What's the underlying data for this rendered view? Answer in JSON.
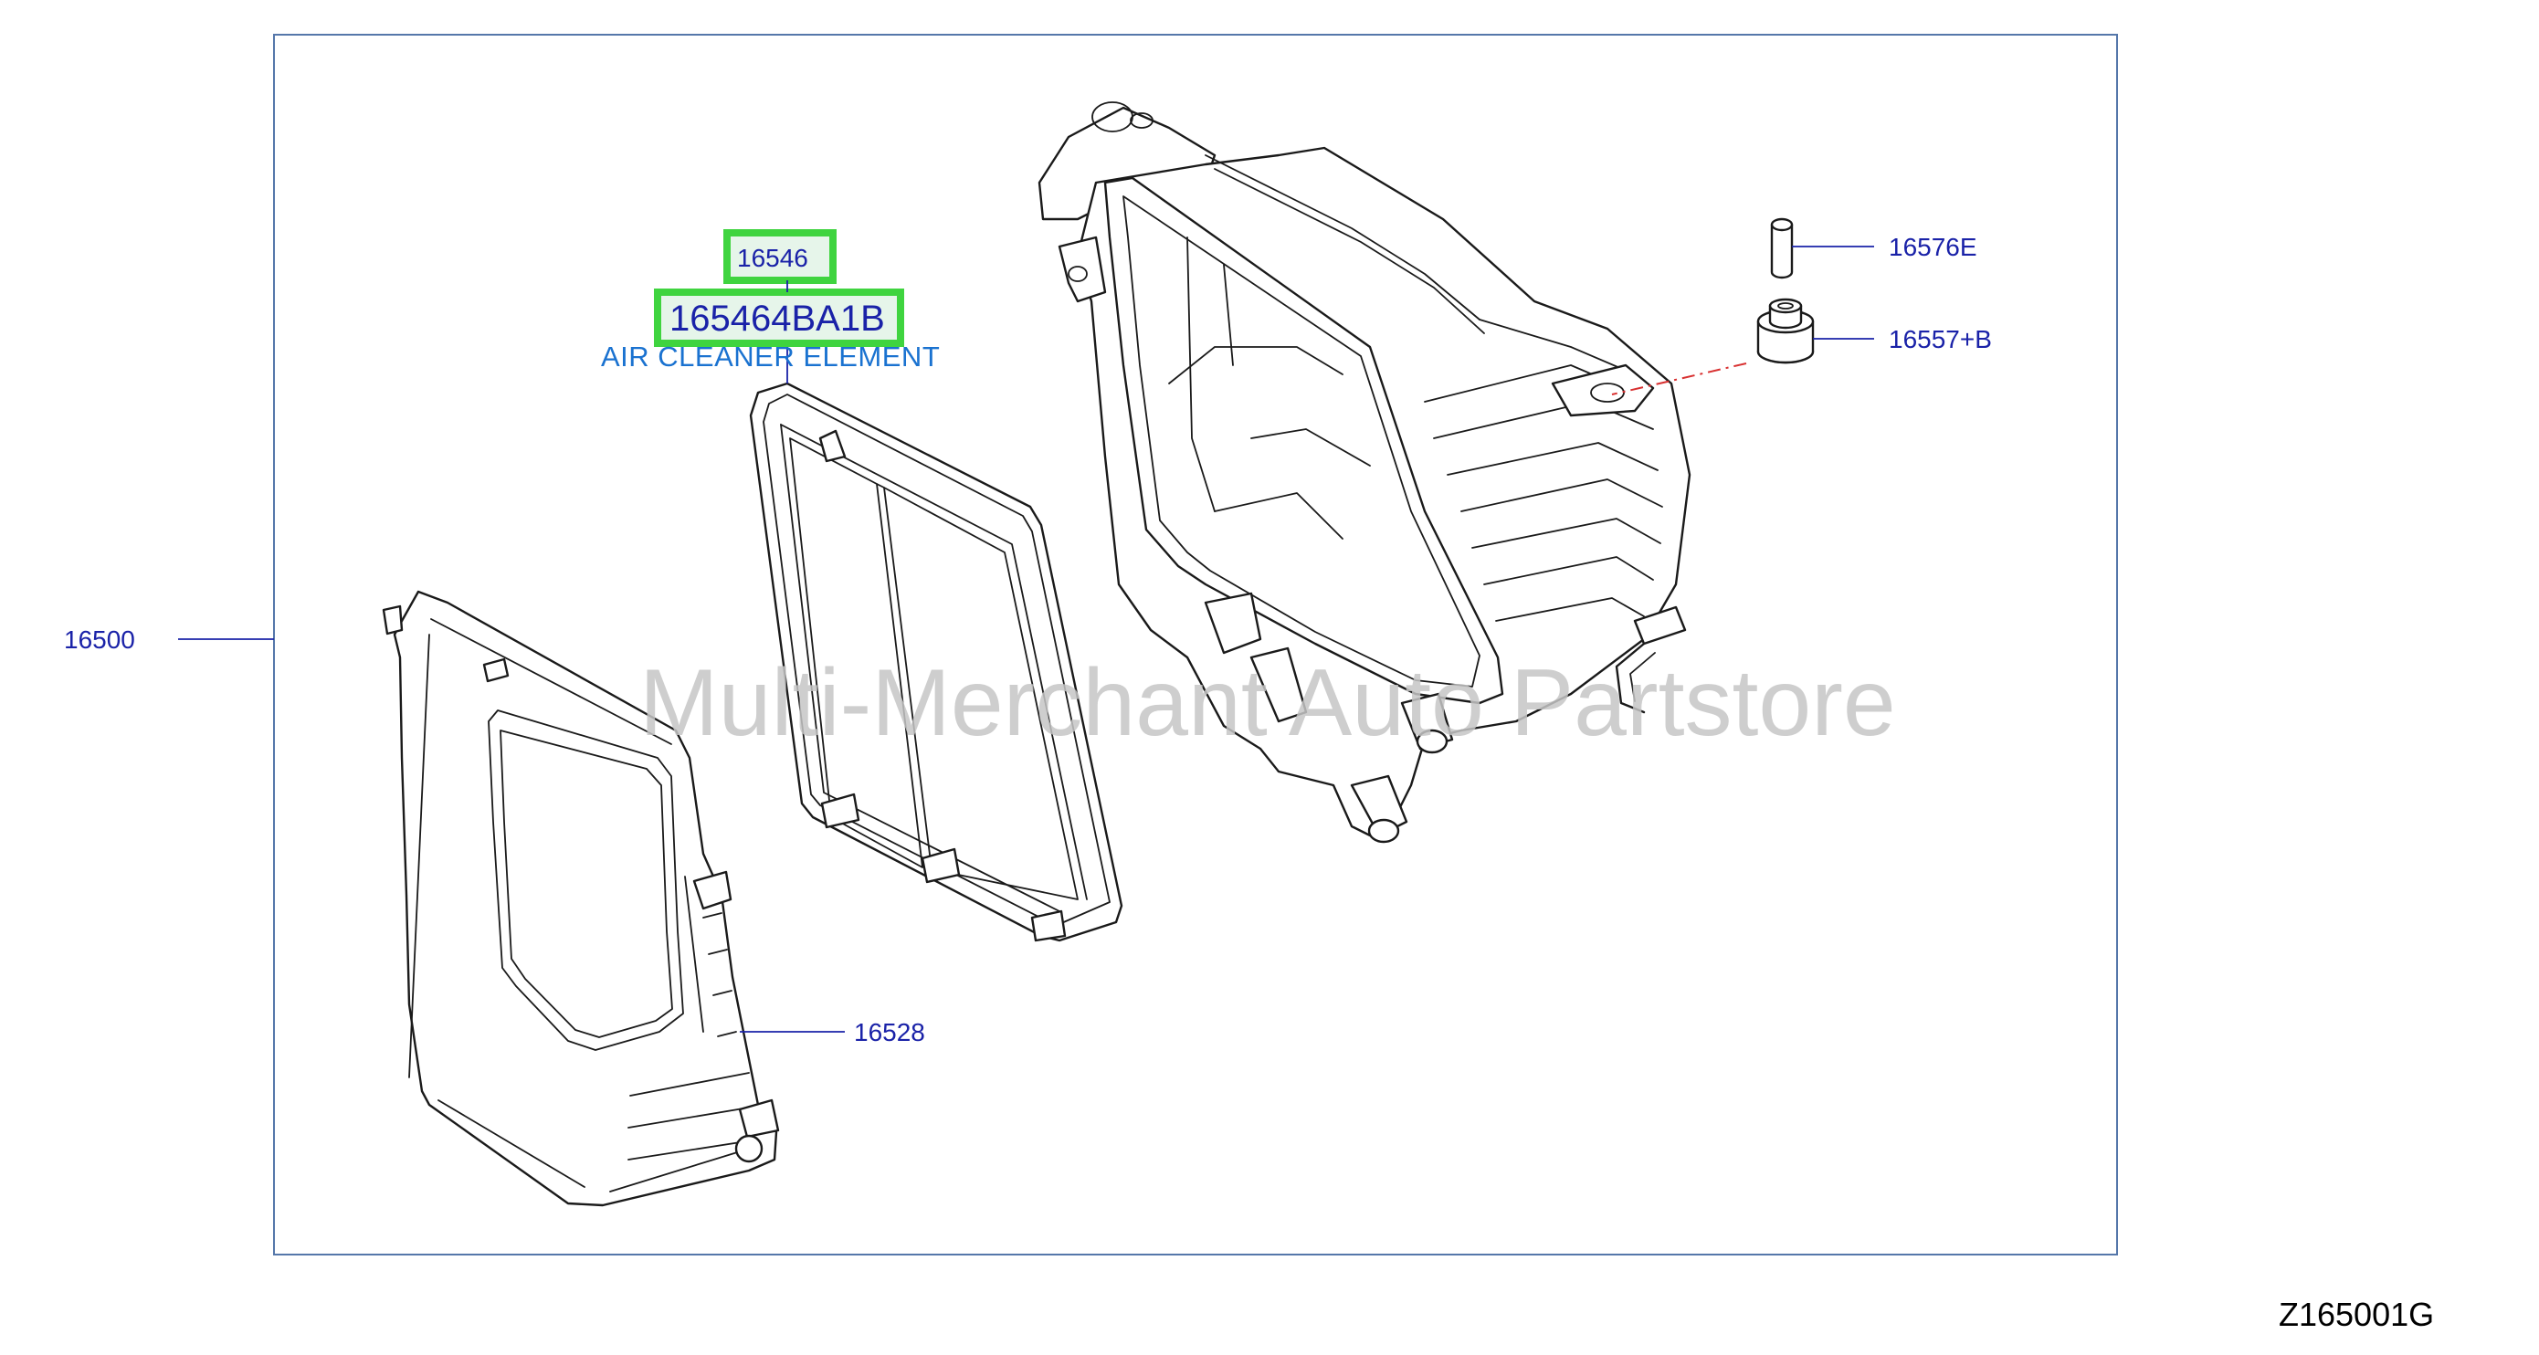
{
  "callouts": {
    "assembly": "16500",
    "element_code": "16546",
    "element_part_number": "165464BA1B",
    "element_name": "AIR CLEANER ELEMENT",
    "cover": "16528",
    "pin": "16576E",
    "grommet": "16557+B"
  },
  "watermark": "Multi-Merchant Auto Partstore",
  "figure_code": "Z165001G",
  "colors": {
    "callout_text": "#1a22a8",
    "description_text": "#1a72d0",
    "highlight_border": "#3fd43f",
    "frame": "#5577aa",
    "watermark": "#c6c6c6",
    "pointer_dash": "#d83030"
  }
}
